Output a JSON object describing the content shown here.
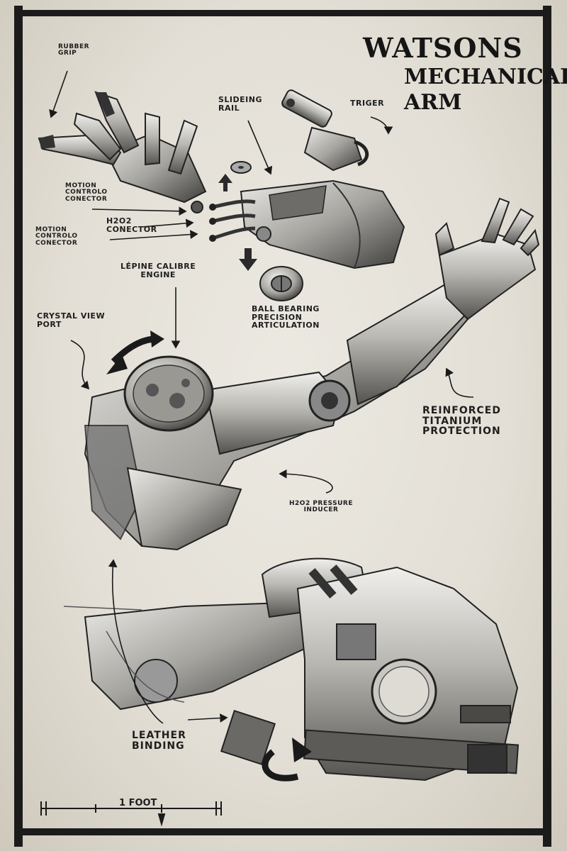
{
  "title": {
    "line1": "Watsons",
    "line2": "Mechanical",
    "line3": "Arm"
  },
  "callouts": {
    "rubber_grip": "Rubber\nGrip",
    "slideing_rail": "Slideing\nRail",
    "triger": "Triger",
    "motion_connector_1": "Motion\ncontrolo\nconector",
    "h2o2_connector": "H2o2\nConector",
    "motion_connector_2": "Motion\ncontrolo\nconector",
    "lepine_engine": "Lépine Calibre\nEngine",
    "ball_bearing": "Ball bearing\nprecision\narticulation",
    "crystal_view_port": "Crystal View\nPort",
    "reinforced_titanium": "Reinforced\nTitanium\nProtection",
    "h2o2_pressure": "H2o2 Pressure\nInducer",
    "leather_binding": "Leather\nBinding"
  },
  "scale": {
    "label": "1 Foot"
  },
  "colors": {
    "paper": "#e6e2d9",
    "ink": "#1a1a1a",
    "metal_light": "#c9c7c2",
    "metal_dark": "#4a4a48",
    "border": "#202020"
  }
}
